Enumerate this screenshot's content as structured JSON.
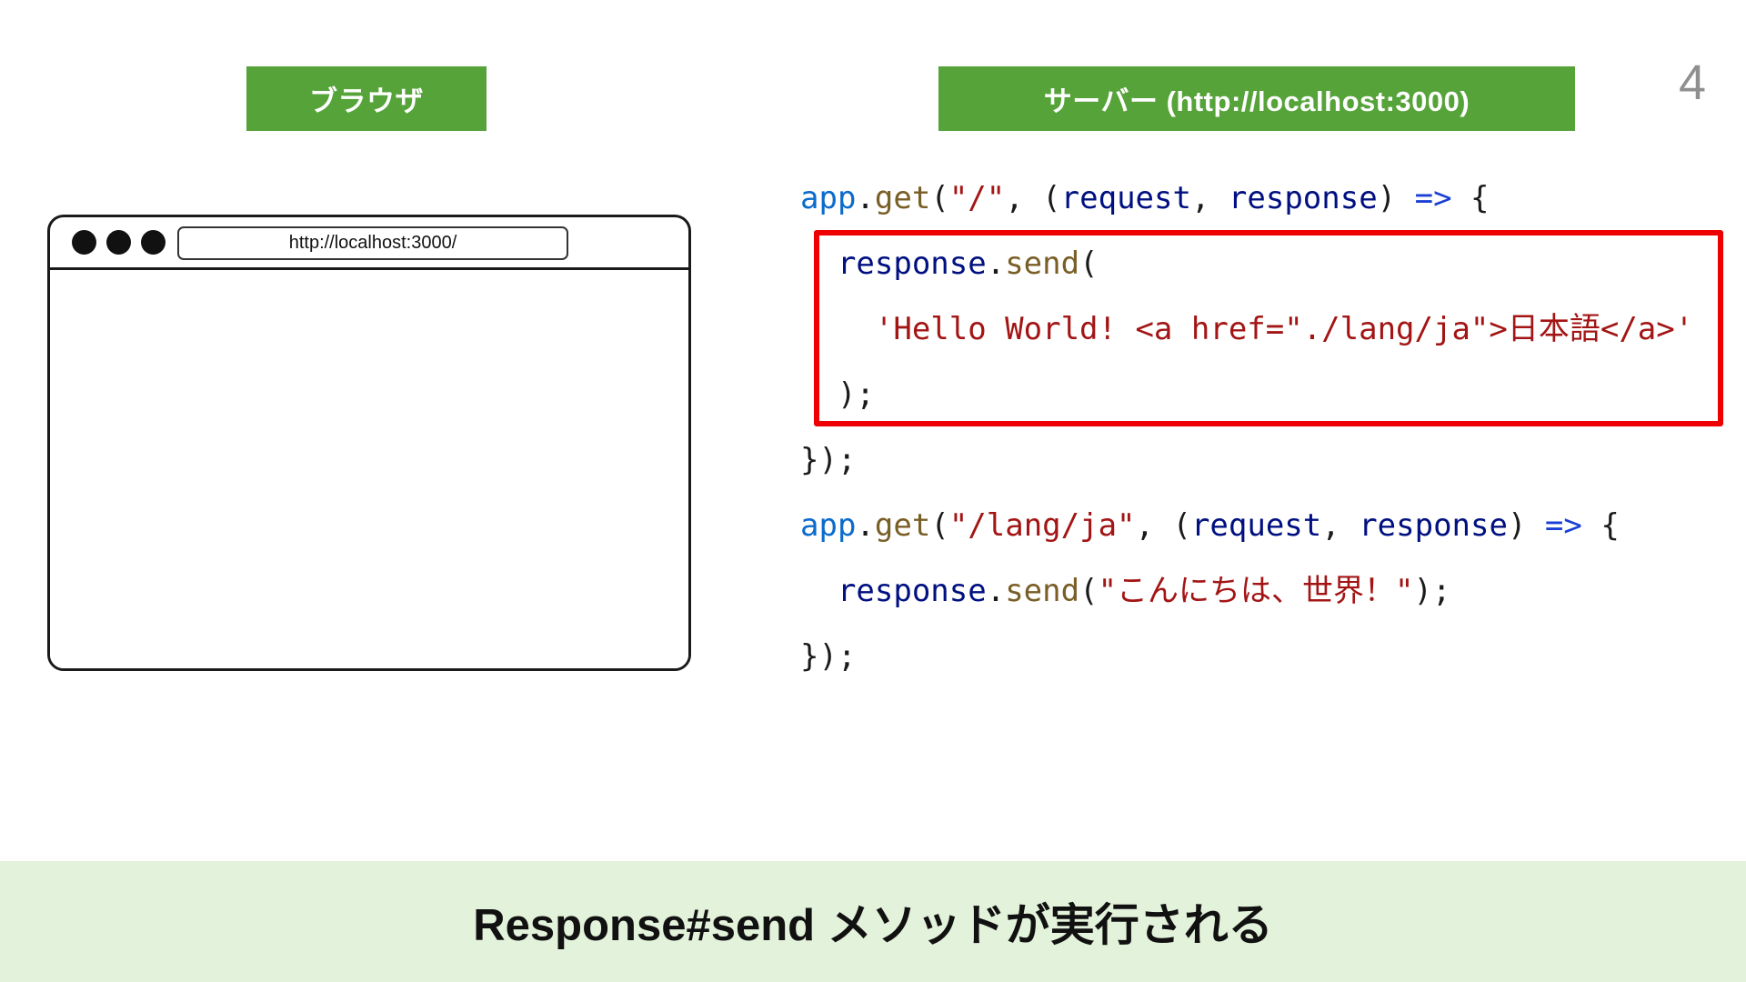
{
  "page": {
    "number": "4"
  },
  "header": {
    "browser_label": "ブラウザ",
    "server_label": "サーバー (http://localhost:3000)"
  },
  "browser_window": {
    "url": "http://localhost:3000/"
  },
  "code": {
    "lines": [
      [
        {
          "t": "app",
          "c": "v"
        },
        {
          "t": ".",
          "c": "p"
        },
        {
          "t": "get",
          "c": "f"
        },
        {
          "t": "(",
          "c": "p"
        },
        {
          "t": "\"/\"",
          "c": "s"
        },
        {
          "t": ", (",
          "c": "p"
        },
        {
          "t": "request",
          "c": "n"
        },
        {
          "t": ", ",
          "c": "p"
        },
        {
          "t": "response",
          "c": "n"
        },
        {
          "t": ") ",
          "c": "p"
        },
        {
          "t": "=>",
          "c": "a"
        },
        {
          "t": " {",
          "c": "p"
        }
      ],
      [
        {
          "t": "  ",
          "c": "p"
        },
        {
          "t": "response",
          "c": "n"
        },
        {
          "t": ".",
          "c": "p"
        },
        {
          "t": "send",
          "c": "f"
        },
        {
          "t": "(",
          "c": "p"
        }
      ],
      [
        {
          "t": "    ",
          "c": "p"
        },
        {
          "t": "'Hello World! <a href=\"./lang/ja\">日本語</a>'",
          "c": "s"
        }
      ],
      [
        {
          "t": "  );",
          "c": "p"
        }
      ],
      [
        {
          "t": "});",
          "c": "p"
        }
      ],
      [
        {
          "t": "app",
          "c": "v"
        },
        {
          "t": ".",
          "c": "p"
        },
        {
          "t": "get",
          "c": "f"
        },
        {
          "t": "(",
          "c": "p"
        },
        {
          "t": "\"/lang/ja\"",
          "c": "s"
        },
        {
          "t": ", (",
          "c": "p"
        },
        {
          "t": "request",
          "c": "n"
        },
        {
          "t": ", ",
          "c": "p"
        },
        {
          "t": "response",
          "c": "n"
        },
        {
          "t": ") ",
          "c": "p"
        },
        {
          "t": "=>",
          "c": "a"
        },
        {
          "t": " {",
          "c": "p"
        }
      ],
      [
        {
          "t": "  ",
          "c": "p"
        },
        {
          "t": "response",
          "c": "n"
        },
        {
          "t": ".",
          "c": "p"
        },
        {
          "t": "send",
          "c": "f"
        },
        {
          "t": "(",
          "c": "p"
        },
        {
          "t": "\"こんにちは、世界！\"",
          "c": "s"
        },
        {
          "t": ");",
          "c": "p"
        }
      ],
      [
        {
          "t": "});",
          "c": "p"
        }
      ]
    ]
  },
  "caption": {
    "text": "Response#send メソッドが実行される"
  },
  "colors": {
    "label_green": "#56a33a",
    "caption_background": "#e3f2da",
    "highlight_red": "#ee0000",
    "token_variable": "#0b6bcb",
    "token_function": "#795e26",
    "token_string": "#a31515",
    "token_parameter": "#001080",
    "token_arrow": "#1a3fd4",
    "page_number_gray": "#8f8f8f"
  }
}
